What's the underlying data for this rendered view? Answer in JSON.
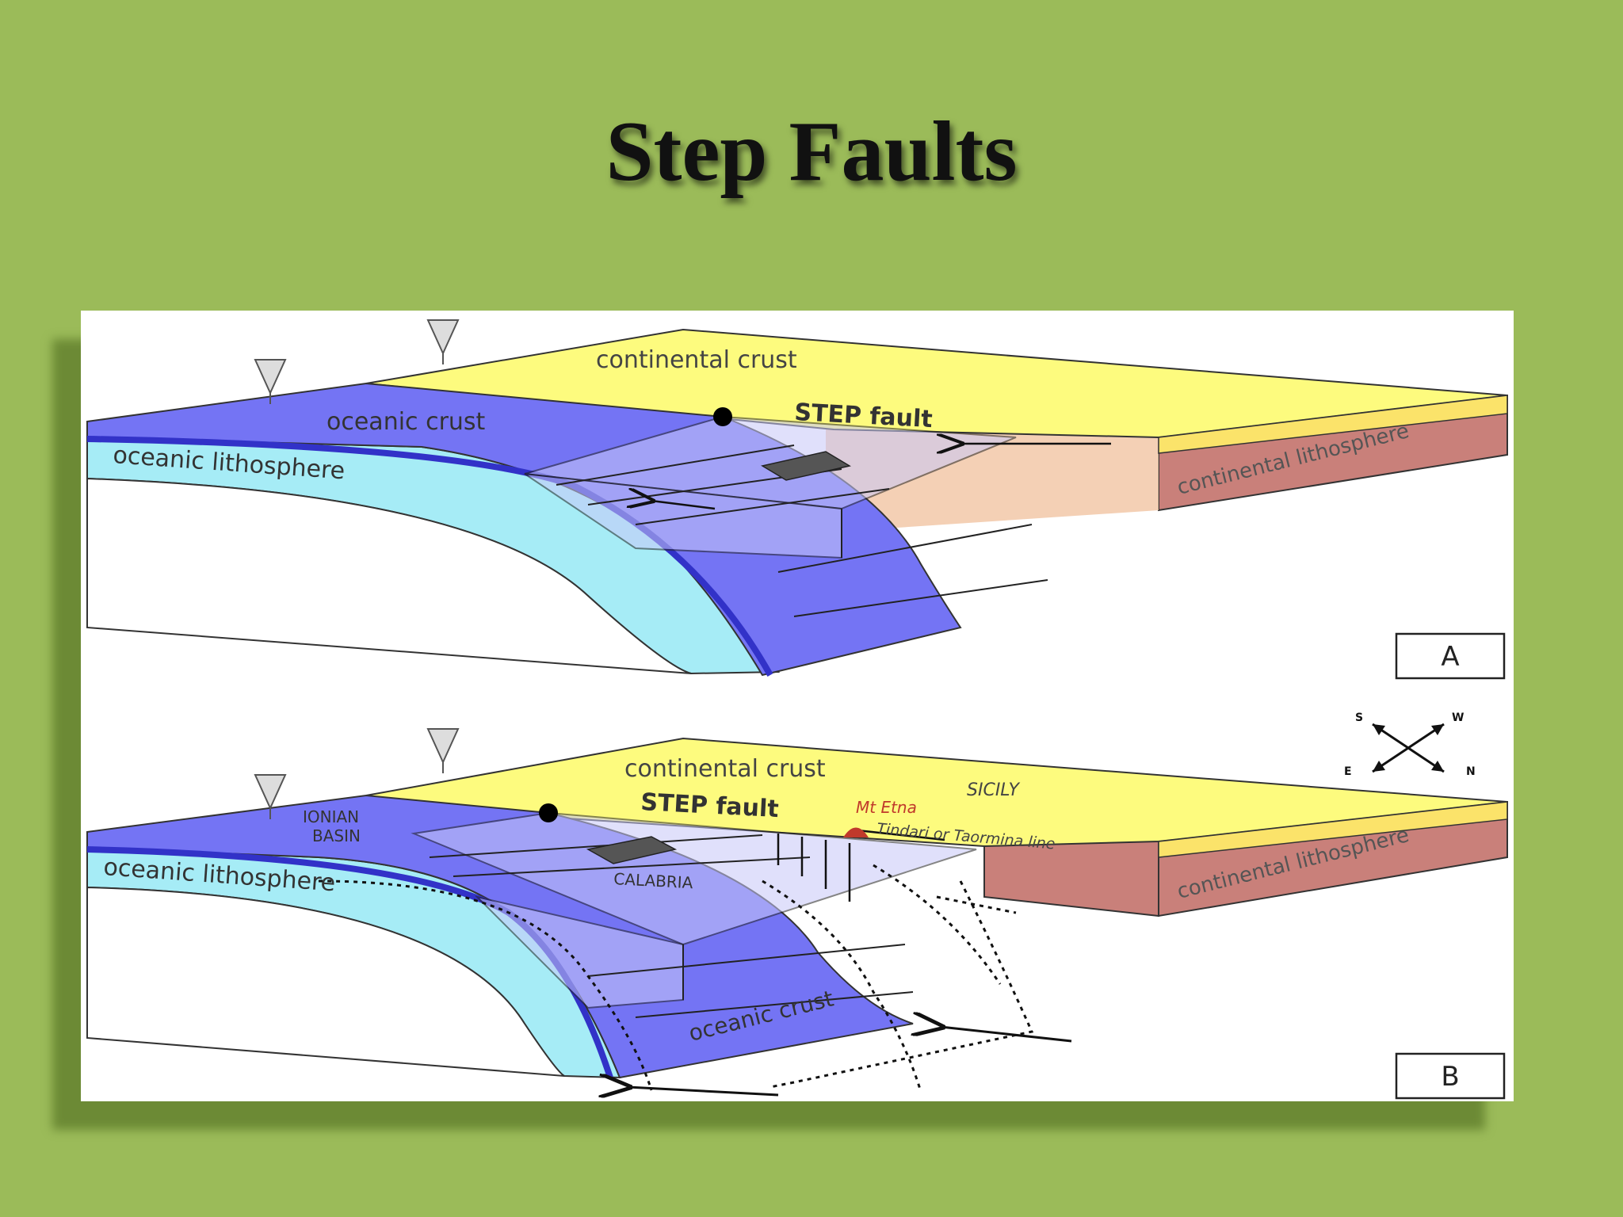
{
  "slide": {
    "title": "Step Faults"
  },
  "panel_a": {
    "continental_crust": "continental crust",
    "oceanic_crust": "oceanic crust",
    "oceanic_lithosphere": "oceanic lithosphere",
    "step_fault": "STEP fault",
    "continental_lithosphere": "continental lithosphere",
    "panel_label": "A"
  },
  "panel_b": {
    "continental_crust": "continental crust",
    "sicily": "SICILY",
    "step_fault": "STEP fault",
    "mt_etna": "Mt Etna",
    "fault_line": "Tindari or Taormina line",
    "ionian_basin_1": "IONIAN",
    "ionian_basin_2": "BASIN",
    "calabria": "CALABRIA",
    "oceanic_lithosphere": "oceanic lithosphere",
    "continental_lithosphere": "continental lithosphere",
    "oceanic_crust": "oceanic crust",
    "panel_label": "B"
  },
  "compass": {
    "s": "S",
    "w": "W",
    "e": "E",
    "n": "N"
  },
  "colors": {
    "background": "#9bbb59",
    "continental_crust": "#fdfb7e",
    "continental_lithosphere": "#c9807a",
    "oceanic_crust": "#7474f4",
    "oceanic_lithosphere": "#a6ecf6",
    "mt_etna": "#c0392b"
  }
}
